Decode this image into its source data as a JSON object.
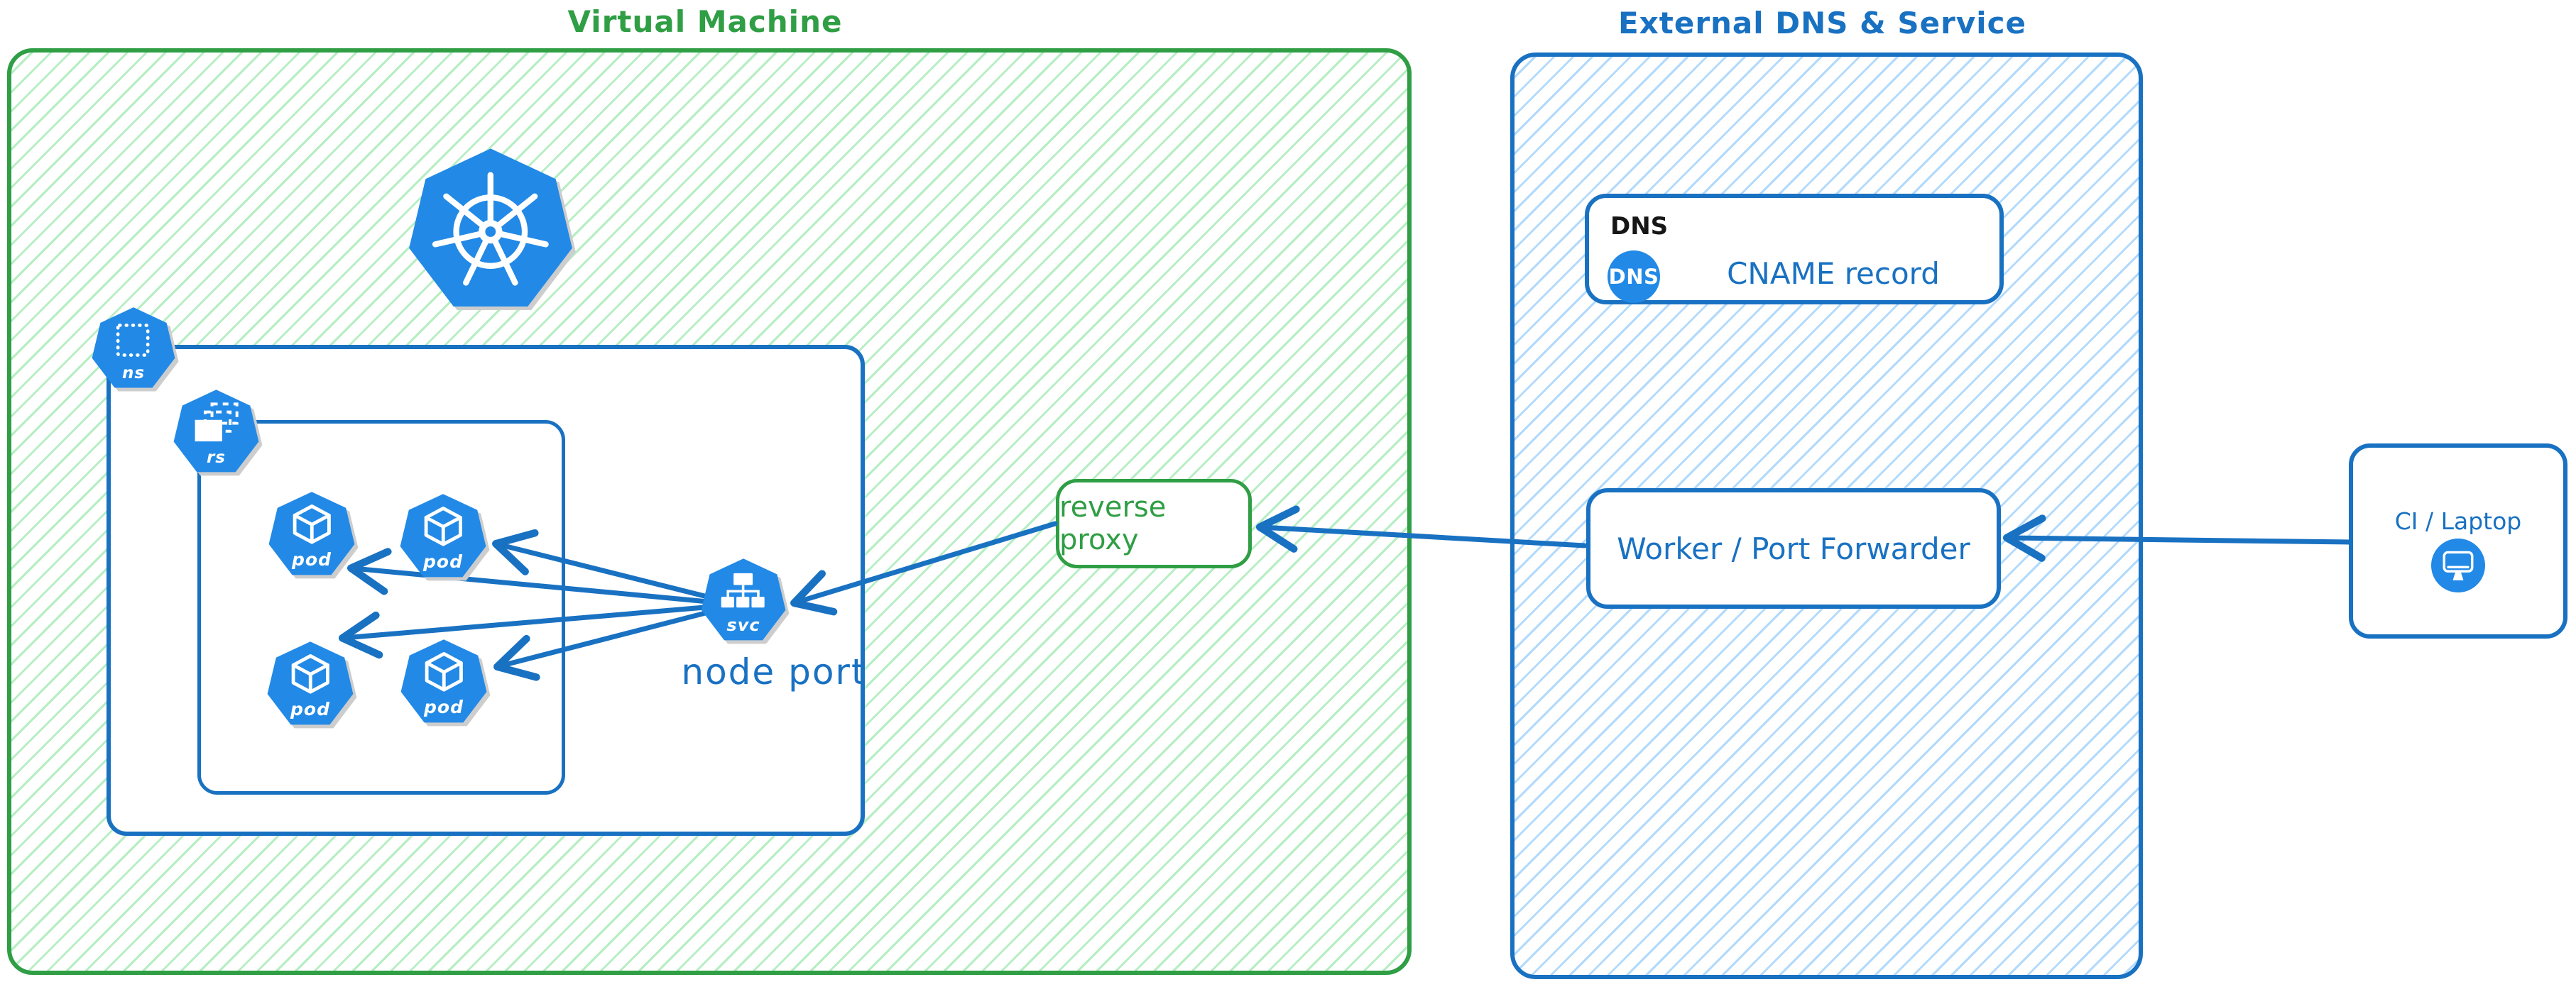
{
  "colors": {
    "green_stroke": "#2f9e44",
    "green_hatch": "#79e090",
    "blue_stroke": "#1971c2",
    "blue_hatch": "#7ec1fa",
    "icon_fill": "#2289e6",
    "ink": "#161616",
    "shadow": "#cdcdcd"
  },
  "vm": {
    "title": "Virtual Machine",
    "kubernetes_icon": "kubernetes-wheel",
    "namespace": {
      "badge": "ns"
    },
    "replicaset": {
      "badge": "rs"
    },
    "pods": [
      {
        "label": "pod"
      },
      {
        "label": "pod"
      },
      {
        "label": "pod"
      },
      {
        "label": "pod"
      }
    ],
    "service": {
      "badge": "svc",
      "caption": "node port"
    },
    "reverse_proxy": {
      "label": "reverse proxy"
    }
  },
  "external": {
    "title": "External DNS & Service",
    "dns_card": {
      "tag": "DNS",
      "badge": "DNS",
      "label": "CNAME record"
    },
    "worker_card": {
      "label": "Worker / Port Forwarder"
    }
  },
  "ci_card": {
    "label": "CI / Laptop"
  }
}
